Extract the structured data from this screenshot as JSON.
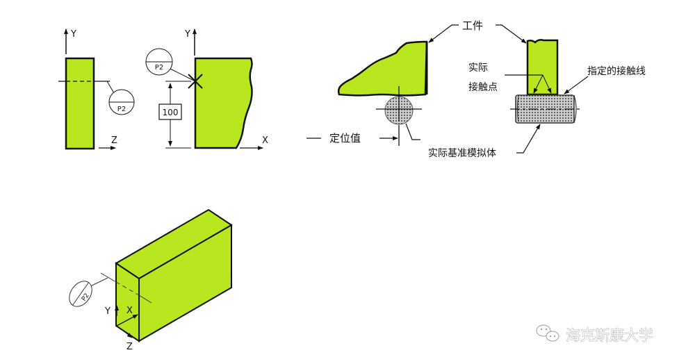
{
  "colors": {
    "part_fill": "#b8e61f",
    "outline": "#111111",
    "datum_sim_fill": "#9c9c9c",
    "background": "#ffffff"
  },
  "side_view": {
    "axis_y": "Y",
    "axis_z": "Z",
    "target_label": "P2"
  },
  "front_view": {
    "axis_y": "Y",
    "axis_x": "X",
    "target_label": "P2",
    "dimension_value": "100"
  },
  "point_contact_view": {
    "locating_value_label": "定位值"
  },
  "line_contact_view": {
    "workpiece_label": "工件",
    "actual_contact_point_line1": "实际",
    "actual_contact_point_line2": "接触点",
    "specified_contact_line_label": "指定的接触线",
    "actual_datum_simulator_label": "实际基准模拟体"
  },
  "iso_view": {
    "target_label": "P2",
    "axis_y": "Y",
    "axis_x": "X",
    "axis_z": "Z"
  },
  "watermark": {
    "icon": "wechat-icon",
    "text": "海克斯康大学"
  }
}
